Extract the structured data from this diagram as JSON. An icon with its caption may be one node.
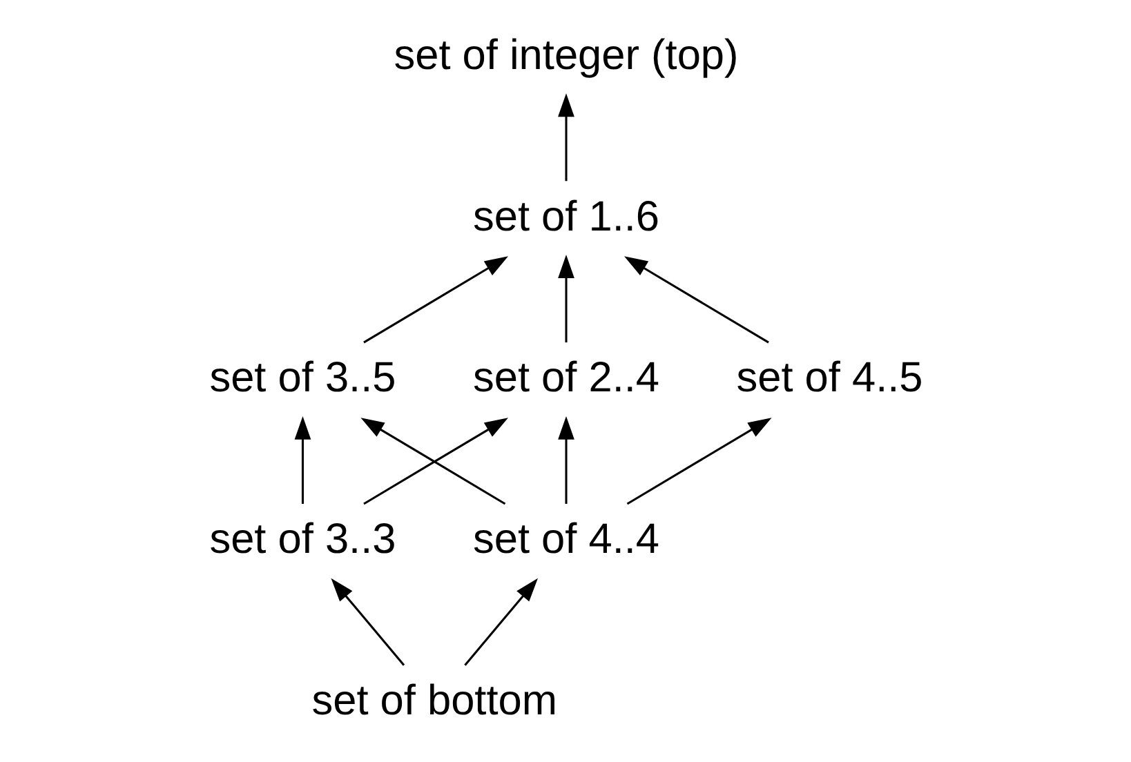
{
  "diagram": {
    "nodes": [
      {
        "text": [
          "set of integer (top)"
        ]
      },
      {
        "text": [
          "set of 1..6"
        ]
      },
      {
        "text": [
          "set of 2..4"
        ]
      },
      {
        "text": [
          "set of 3..5"
        ]
      },
      {
        "text": [
          "set of 4..5"
        ]
      },
      {
        "text": [
          "set of 3..3"
        ]
      },
      {
        "text": [
          "set of 4..4"
        ]
      },
      {
        "text": [
          "set of bottom"
        ]
      }
    ],
    "edges": [
      {
        "from": 1,
        "to": 0,
        "arrow": "to"
      },
      {
        "from": 2,
        "to": 1,
        "arrow": "to"
      },
      {
        "from": 3,
        "to": 1,
        "arrow": "to"
      },
      {
        "from": 4,
        "to": 1,
        "arrow": "to"
      },
      {
        "from": 5,
        "to": 2,
        "arrow": "to"
      },
      {
        "from": 5,
        "to": 3,
        "arrow": "to"
      },
      {
        "from": 6,
        "to": 2,
        "arrow": "to"
      },
      {
        "from": 6,
        "to": 3,
        "arrow": "to"
      },
      {
        "from": 6,
        "to": 4,
        "arrow": "to"
      },
      {
        "from": 7,
        "to": 5,
        "arrow": "to"
      },
      {
        "from": 7,
        "to": 6,
        "arrow": "to"
      }
    ]
  }
}
